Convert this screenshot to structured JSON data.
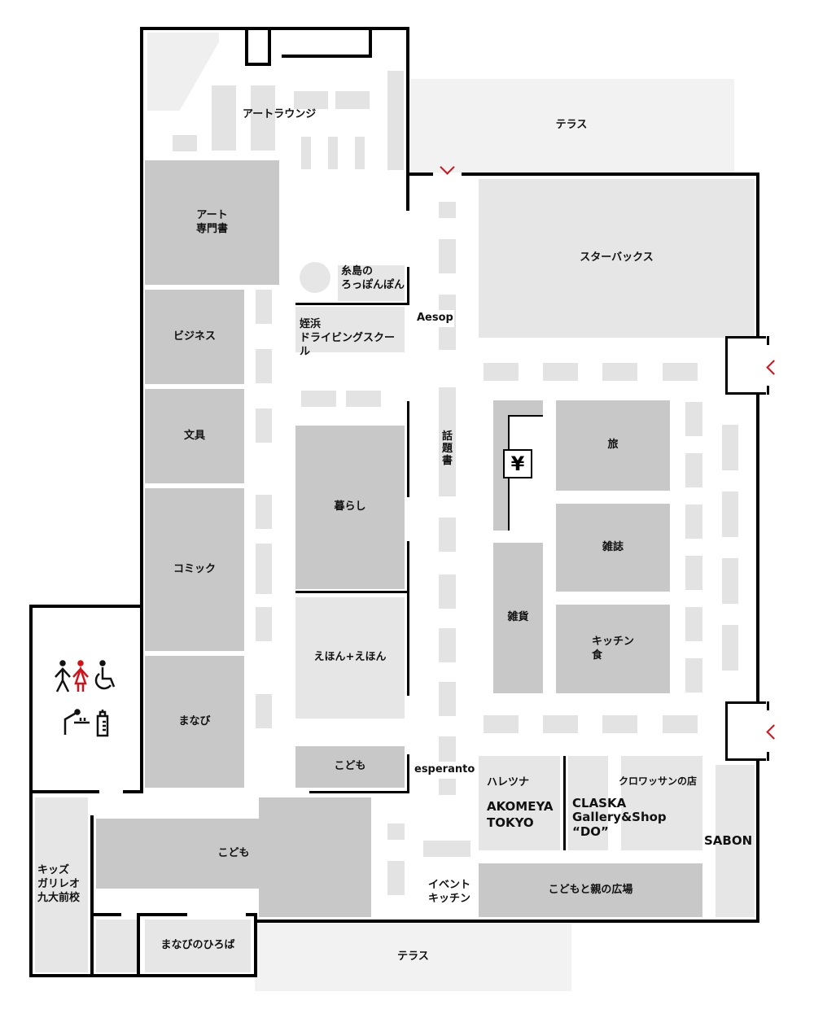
{
  "title": "Floor map",
  "zones": {
    "terrace_top": "テラス",
    "terrace_bottom": "テラス",
    "art_lounge": "アートラウンジ",
    "art_books": "アート\n専門書",
    "business": "ビジネス",
    "stationery": "文具",
    "comic": "コミック",
    "manabi": "まなび",
    "itoshima": "糸島の\nろっぽんぽん",
    "meinohama": "姪浜\nドライビングスクール",
    "aesop": "Aesop",
    "kurashi": "暮らし",
    "ehon": "えほん+えほん",
    "kodomo_small": "こども",
    "esperanto": "esperanto",
    "wadai": "話\n題\n書",
    "starbucks": "スターバックス",
    "tabi": "旅",
    "zasshi": "雑誌",
    "zakka": "雑貨",
    "kitchen": "キッチン\n食",
    "haretsuna": "ハレツナ",
    "akomeya": "AKOMEYA\nTOKYO",
    "claska": "CLASKA\nGallery&Shop\n“DO”",
    "croissant": "クロワッサンの店",
    "sabon": "SABON",
    "kodomo_big": "こども",
    "kids_galileo": "キッズ\nガリレオ\n九大前校",
    "manabi_hiroba": "まなびのひろば",
    "event_kitchen": "イベント\nキッチン",
    "kodomo_oya": "こどもと親の広場",
    "cashier": "¥"
  },
  "icons": [
    "restroom-icon",
    "wheelchair-icon",
    "baby-changing-icon",
    "baby-bottle-icon",
    "entrance-arrow-icon",
    "cashier-icon"
  ],
  "colors": {
    "accent": "#d0121b",
    "shop": "#c8c8c8",
    "tenant": "#e6e6e6",
    "terrace": "#f2f2f2"
  }
}
